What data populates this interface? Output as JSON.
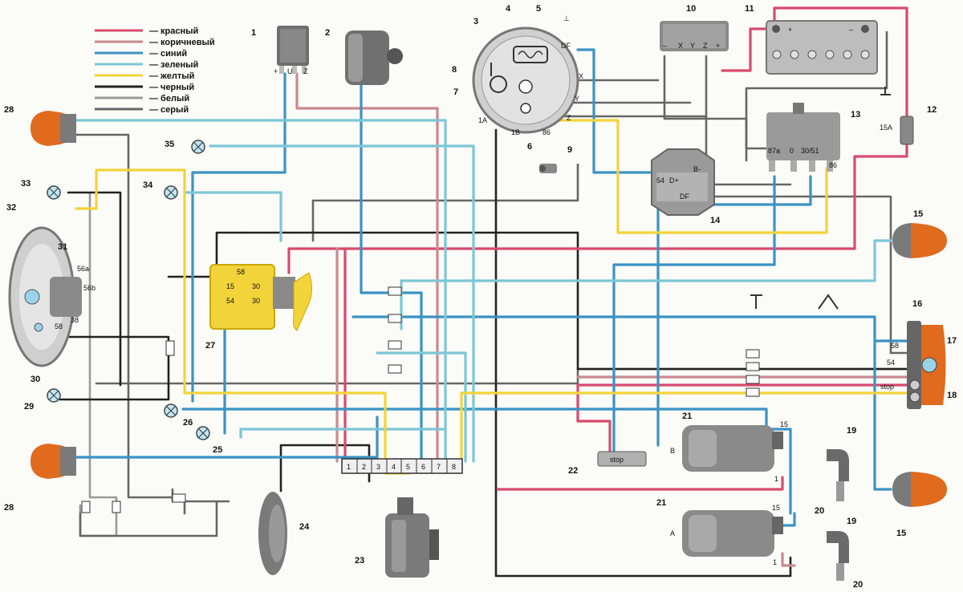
{
  "colors": {
    "red": "#d94a6e",
    "brown": "#c98a8f",
    "blue": "#3a93c4",
    "green": "#7cc7d6",
    "yellow": "#f2d43a",
    "black": "#222222",
    "white": "#9a9a9a",
    "grey": "#666666",
    "lamp_orange": "#e06a1e",
    "body_grey": "#7d7d7d"
  },
  "legend": [
    {
      "color_key": "red",
      "text": "— красный"
    },
    {
      "color_key": "brown",
      "text": "— коричневый"
    },
    {
      "color_key": "blue",
      "text": "— синий"
    },
    {
      "color_key": "green",
      "text": "— зеленый"
    },
    {
      "color_key": "yellow",
      "text": "— желтый"
    },
    {
      "color_key": "black",
      "text": "— черный"
    },
    {
      "color_key": "white",
      "text": "— белый"
    },
    {
      "color_key": "grey",
      "text": "— серый"
    }
  ],
  "numbers": {
    "n1": "1",
    "n2": "2",
    "n3": "3",
    "n4": "4",
    "n5": "5",
    "n6": "6",
    "n7": "7",
    "n8": "8",
    "n9": "9",
    "n10": "10",
    "n11": "11",
    "n12": "12",
    "n13": "13",
    "n14": "14",
    "n15a": "15",
    "n15b": "15",
    "n16": "16",
    "n17": "17",
    "n18": "18",
    "n19a": "19",
    "n19b": "19",
    "n20a": "20",
    "n20b": "20",
    "n21a": "21",
    "n21b": "21",
    "n22": "22",
    "n23": "23",
    "n24": "24",
    "n25": "25",
    "n26": "26",
    "n27": "27",
    "n28a": "28",
    "n28b": "28",
    "n29": "29",
    "n30": "30",
    "n31": "31",
    "n32": "32",
    "n33": "33",
    "n34": "34",
    "n35": "35"
  },
  "terminals": {
    "t1_plus": "+",
    "t1_u": "U",
    "t1_z": "Z",
    "gen_df": "DF",
    "gen_x": "X",
    "gen_y": "Y",
    "gen_z": "Z",
    "gen_1a": "1A",
    "gen_1b": "1B",
    "gen_86": "86",
    "gen_ground": "⊥",
    "rr_minus": "–",
    "rr_x": "X",
    "rr_y": "Y",
    "rr_z": "Z",
    "rr_plus": "+",
    "bat_plus": "+",
    "bat_minus": "–",
    "relay_87a": "87a",
    "relay_0": "0",
    "relay_3051": "30/51",
    "relay_86": "86",
    "fuse": "15A",
    "reg_54": "54",
    "reg_dplus": "D+",
    "reg_bminus": "B-",
    "reg_df": "DF",
    "ign_58": "58",
    "ign_15": "15",
    "ign_30a": "30",
    "ign_54": "54",
    "ign_30b": "30",
    "head_56a": "56a",
    "head_56b": "56b",
    "head_38": "38",
    "head_58": "58",
    "tail_58": "58",
    "tail_54": "54",
    "tail_stop": "stop",
    "stop_label": "stop",
    "coil_b_letter": "B",
    "coil_b_15": "15",
    "coil_b_1": "1",
    "coil_a_letter": "A",
    "coil_a_15": "15",
    "coil_a_1": "1",
    "blk_1": "1",
    "blk_2": "2",
    "blk_3": "3",
    "blk_4": "4",
    "blk_5": "5",
    "blk_6": "6",
    "blk_7": "7",
    "blk_8": "8"
  }
}
